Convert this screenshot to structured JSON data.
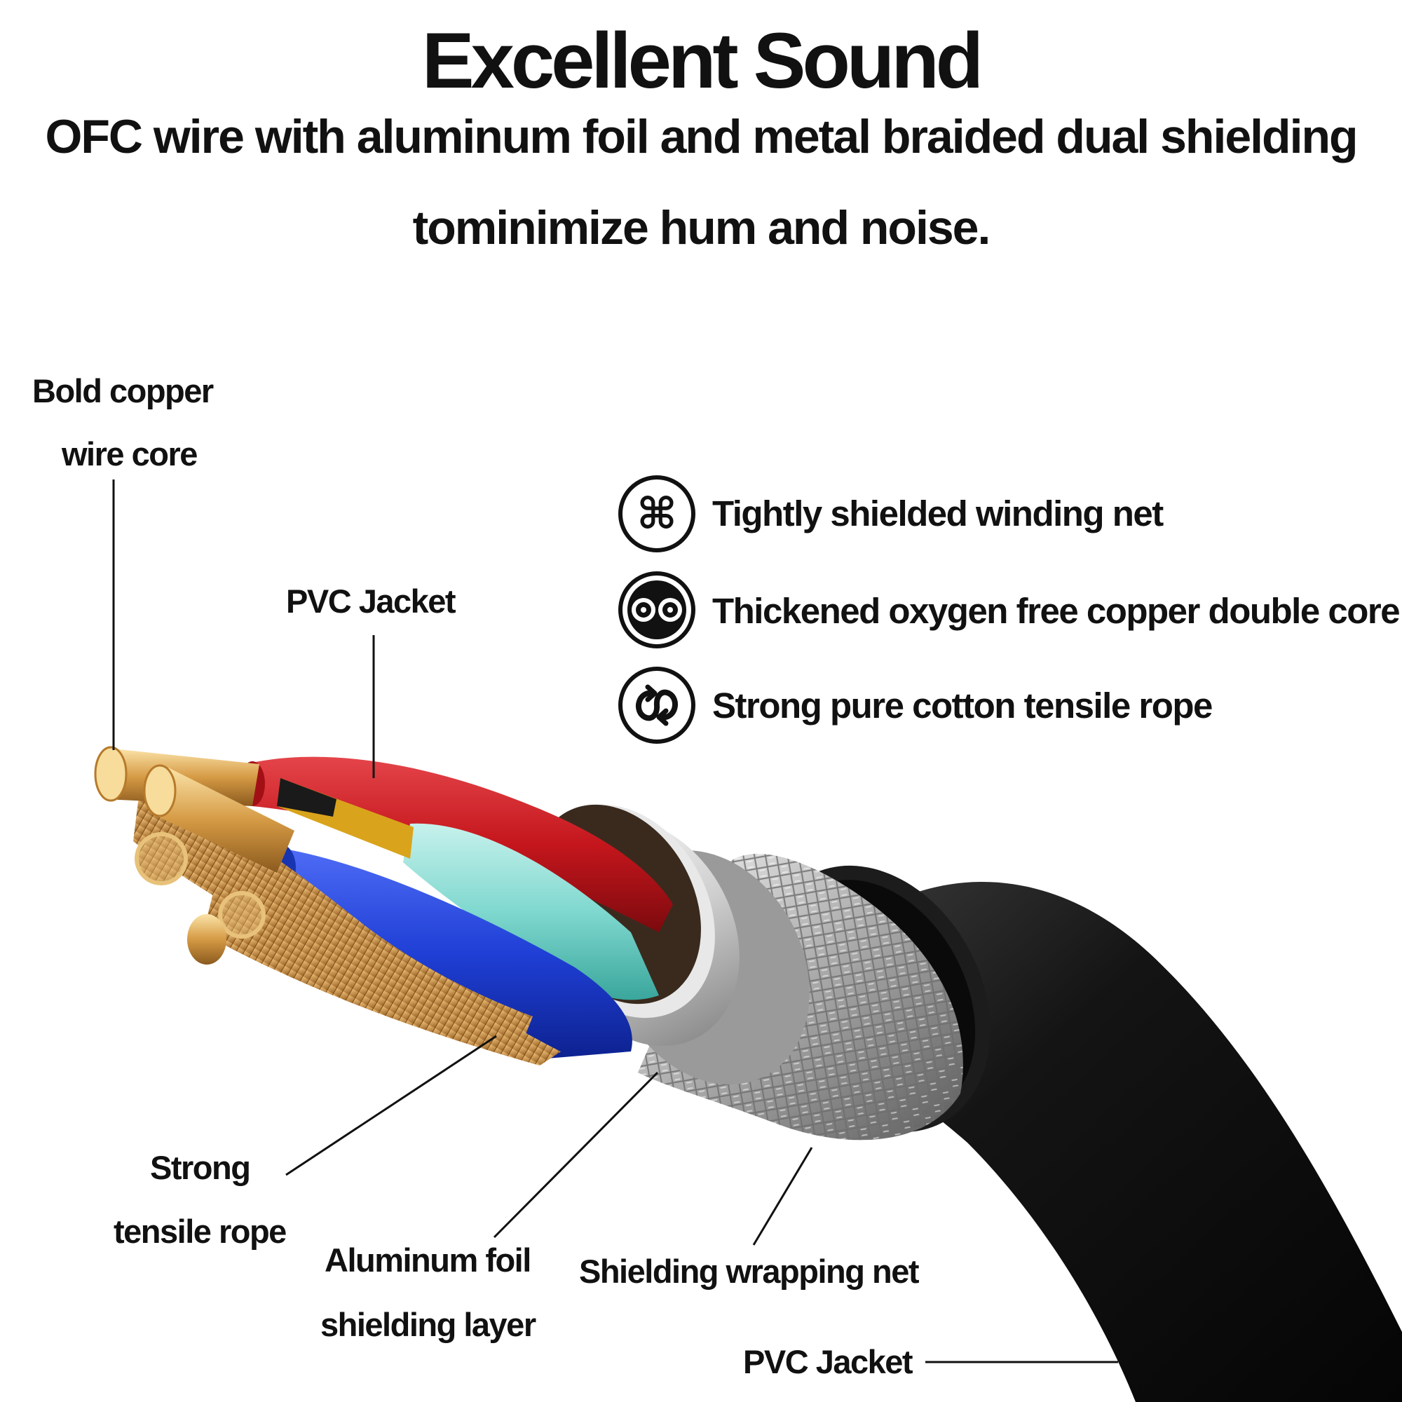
{
  "header": {
    "title": "Excellent Sound",
    "subtitle_line1": "OFC wire with aluminum foil and metal braided dual shielding",
    "subtitle_line2": "tominimize hum and noise."
  },
  "callouts": {
    "bold_copper_line1": "Bold copper",
    "bold_copper_line2": "wire core",
    "pvc_jacket_top": "PVC Jacket",
    "strong_line1": "Strong",
    "strong_line2": "tensile rope",
    "aluminum_line1": "Aluminum foil",
    "aluminum_line2": "shielding layer",
    "shielding_net": "Shielding wrapping net",
    "pvc_jacket_bottom": "PVC Jacket"
  },
  "features": [
    {
      "icon": "winding-net-icon",
      "text": "Tightly shielded winding net"
    },
    {
      "icon": "double-core-icon",
      "text": "Thickened oxygen free copper double core"
    },
    {
      "icon": "tensile-rope-icon",
      "text": "Strong pure cotton tensile rope"
    }
  ],
  "colors": {
    "jacket": "#111111",
    "red_wire": "#c4161c",
    "blue_wire": "#1f3fd6",
    "teal_wire": "#7fd8cf",
    "copper": "#c58a3a",
    "foil": "#c9c9c9"
  }
}
